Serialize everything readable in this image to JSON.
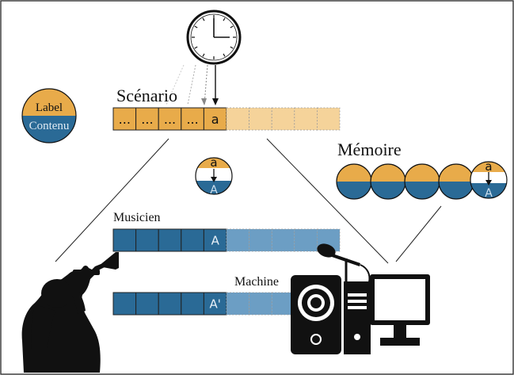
{
  "labels": {
    "scenario": "Scénario",
    "memoire": "Mémoire",
    "musicien": "Musicien",
    "machine": "Machine"
  },
  "legend": {
    "label": "Label",
    "contenu": "Contenu"
  },
  "scenario_cells": [
    "...",
    "...",
    "...",
    "...",
    "a",
    "",
    "",
    "",
    "",
    ""
  ],
  "center_badge": {
    "top": "a",
    "bottom": "A"
  },
  "memoire_last": {
    "top": "a",
    "bottom": "A"
  },
  "musicien_cells": [
    "",
    "",
    "",
    "",
    "A",
    "",
    "",
    "",
    "",
    ""
  ],
  "machine_cells": [
    "",
    "",
    "",
    "",
    "A'",
    "",
    "",
    "",
    "",
    ""
  ],
  "colors": {
    "orange": "#e8ab4a",
    "blue": "#2a6a96",
    "blue_light": "#6c9ec4",
    "orange_light": "#f5d39a"
  },
  "icons": [
    "clock-icon",
    "trumpet-player-icon",
    "microphone-icon",
    "speaker-icon",
    "computer-icon"
  ]
}
